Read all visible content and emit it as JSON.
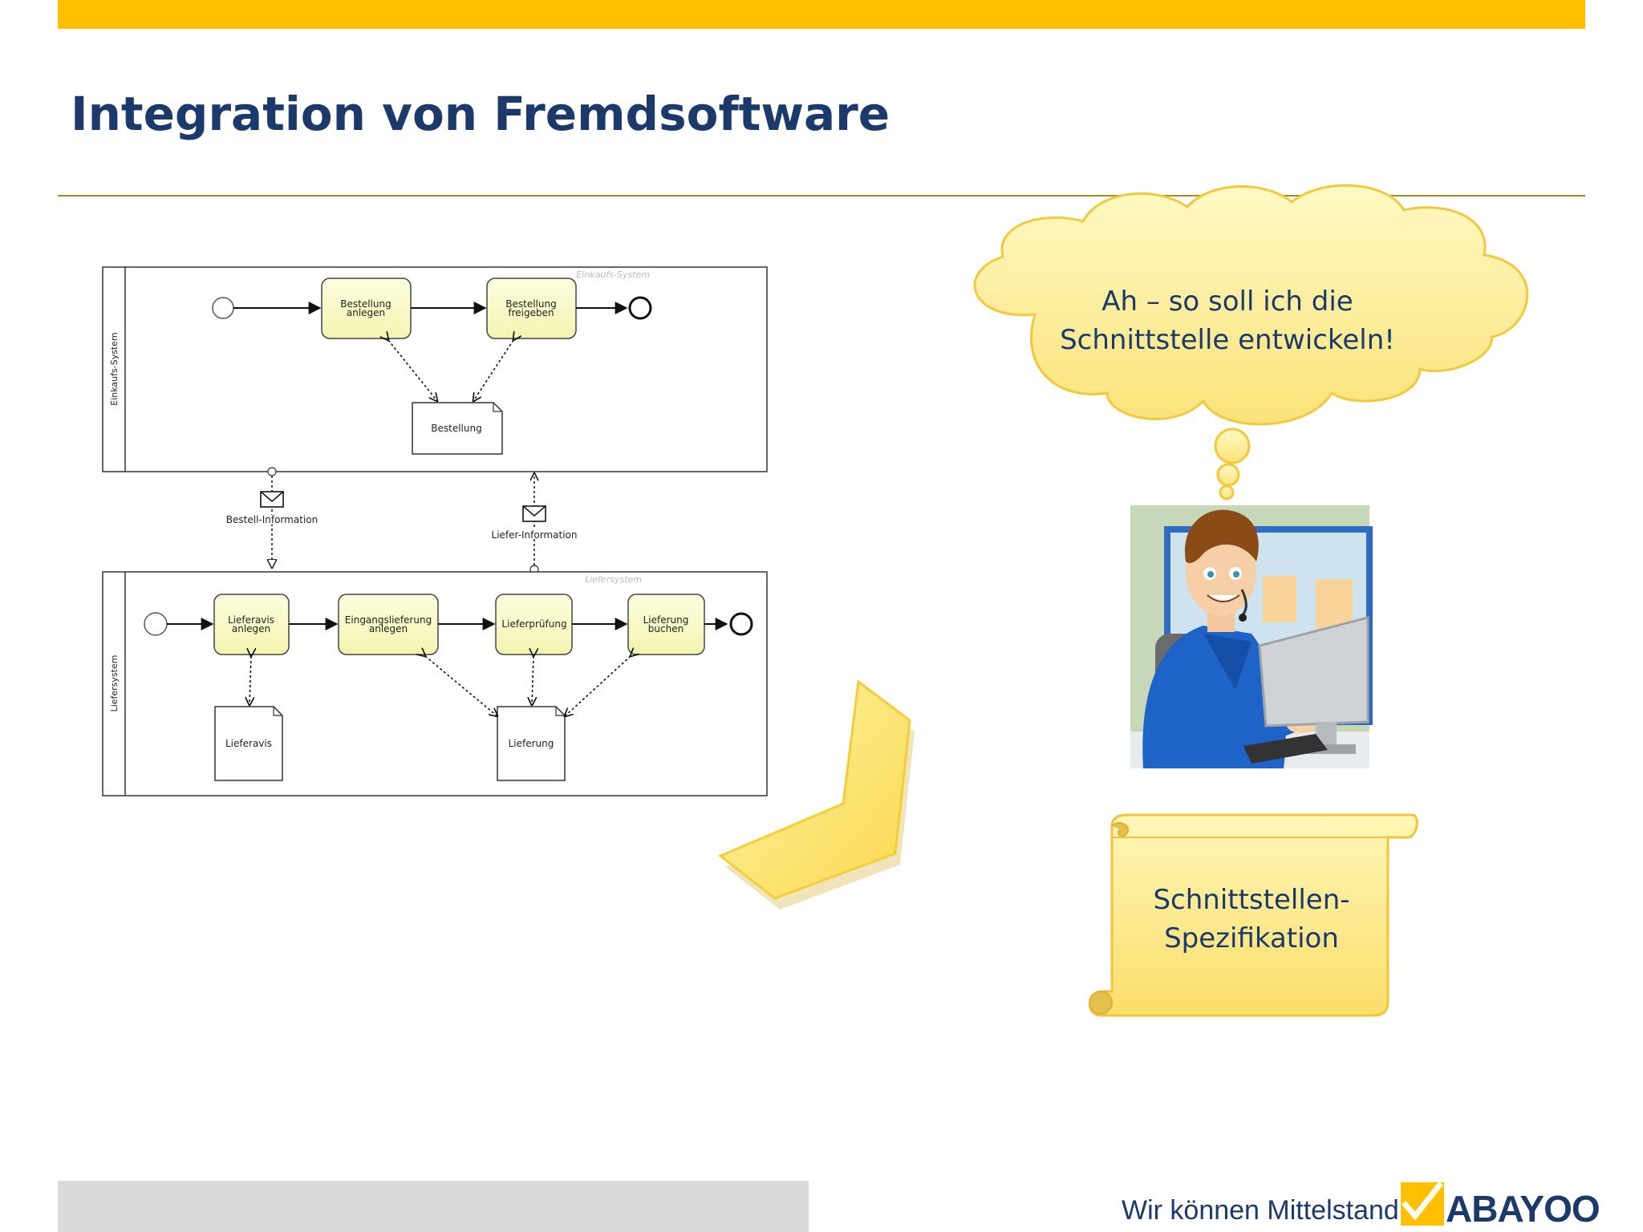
{
  "slide": {
    "title": "Integration von Fremdsoftware"
  },
  "diagram": {
    "pool_top": {
      "lane_label": "Einkaufs-System",
      "watermark": "Einkaufs-System",
      "tasks": [
        "Bestellung anlegen",
        "Bestellung freigeben"
      ],
      "document": "Bestellung"
    },
    "messages": [
      "Bestell-Information",
      "Liefer-Information"
    ],
    "pool_bottom": {
      "lane_label": "Liefersystem",
      "watermark": "Liefersystem",
      "tasks": [
        "Lieferavis anlegen",
        "Eingangslieferung anlegen",
        "Lieferprüfung",
        "Lieferung buchen"
      ],
      "documents": [
        "Lieferavis",
        "Lieferung"
      ]
    }
  },
  "thought_cloud": {
    "line1": "Ah – so soll ich die",
    "line2": "Schnittstelle entwickeln!"
  },
  "scroll": {
    "line1": "Schnittstellen-",
    "line2": "Spezifikation"
  },
  "footer": {
    "slogan": "Wir können Mittelstand.",
    "brand": "ABAYOO"
  },
  "colors": {
    "accent": "#ffc000",
    "title": "#1b3a6b",
    "task_fill": "#fafac8",
    "note_fill": "#fce98a"
  }
}
